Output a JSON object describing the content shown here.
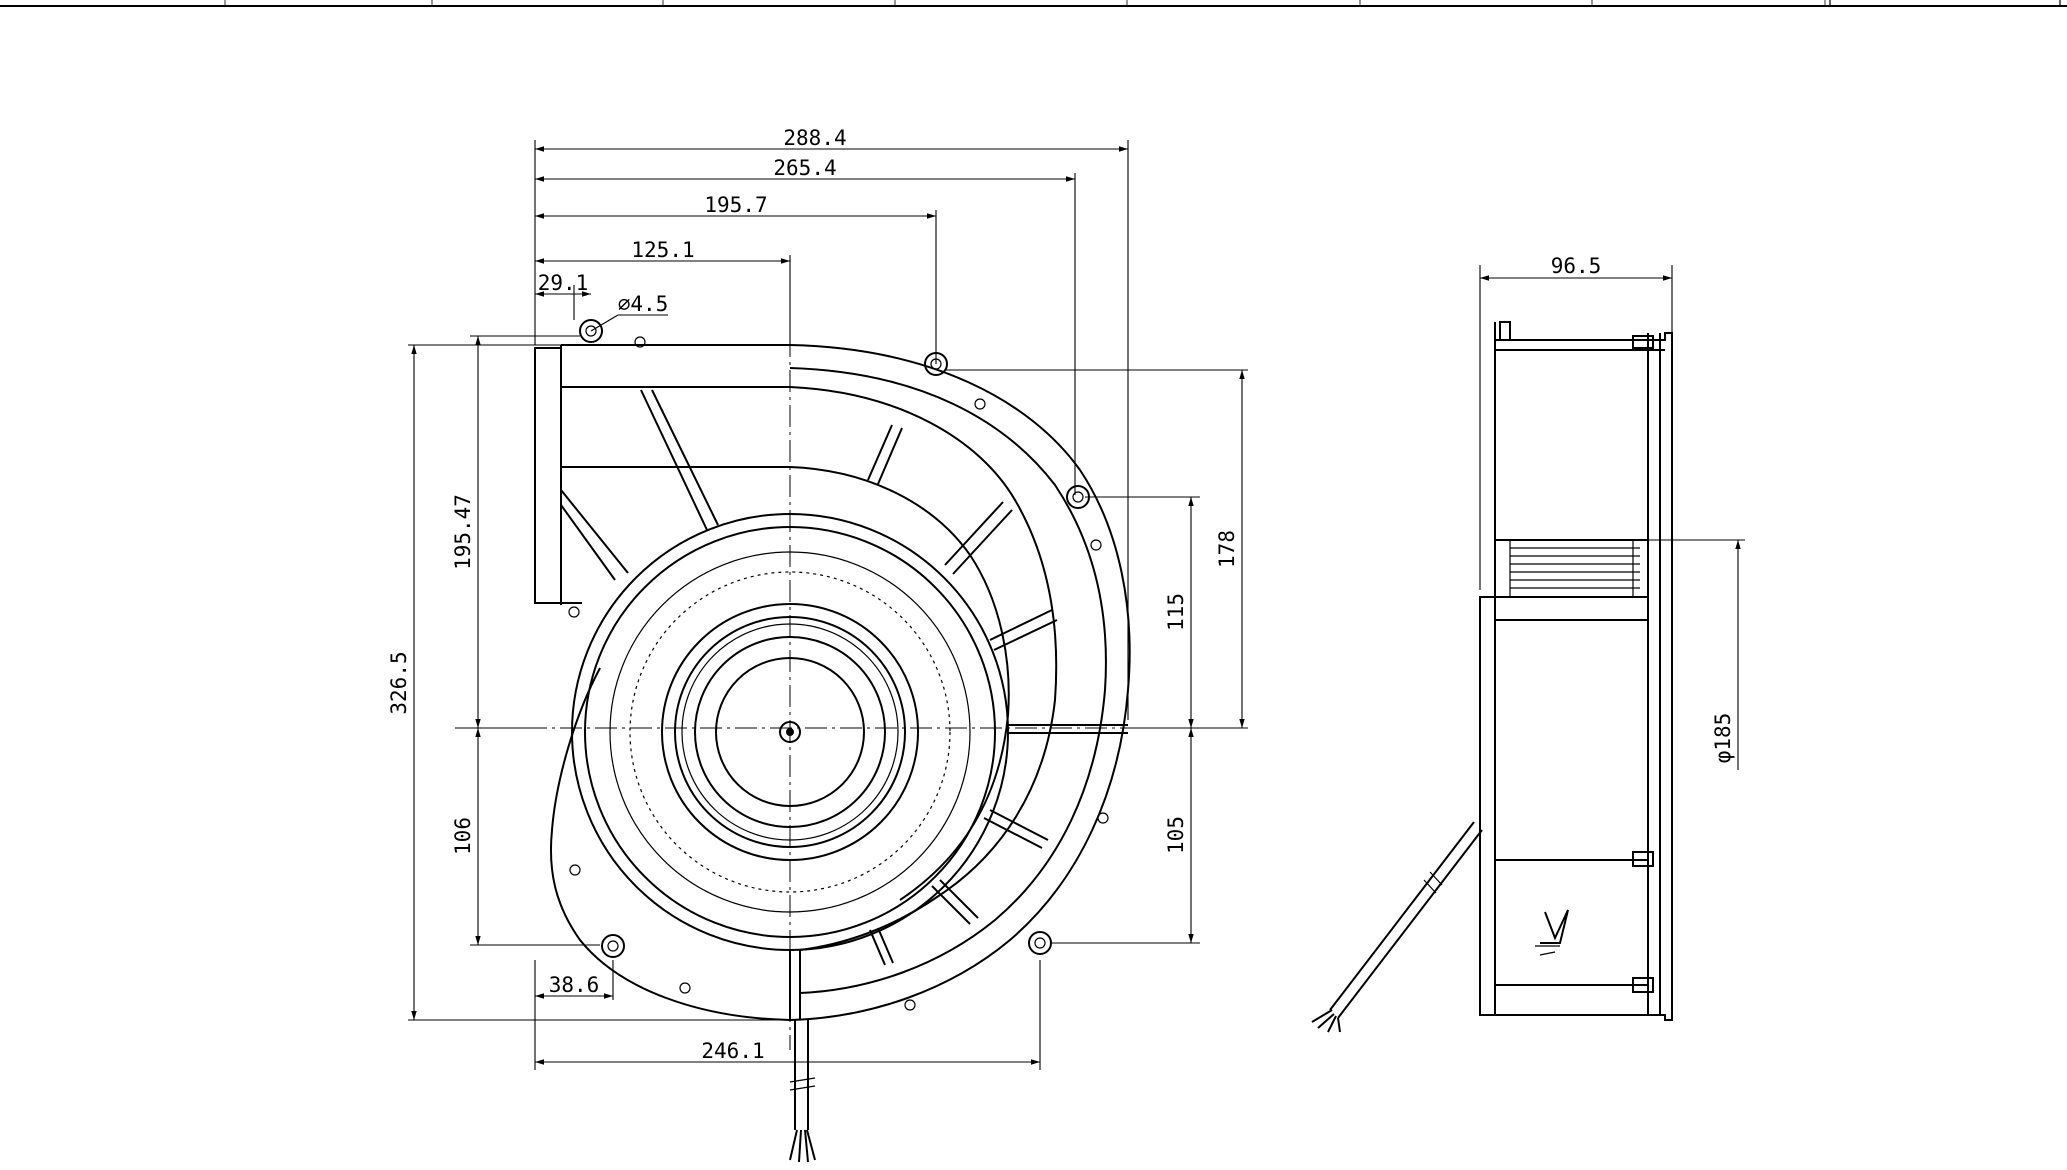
{
  "drawing": {
    "front_view": {
      "dimensions": {
        "width_288_4": "288.4",
        "width_265_4": "265.4",
        "width_195_7": "195.7",
        "width_125_1": "125.1",
        "width_29_1": "29.1",
        "hole_diameter": "⌀4.5",
        "height_326_5": "326.5",
        "height_195_47": "195.47",
        "height_106": "106",
        "height_178": "178",
        "height_115": "115",
        "height_105": "105",
        "width_38_6": "38.6",
        "width_246_1": "246.1"
      }
    },
    "side_view": {
      "dimensions": {
        "depth": "96.5",
        "inlet_diameter": "φ185"
      }
    }
  }
}
